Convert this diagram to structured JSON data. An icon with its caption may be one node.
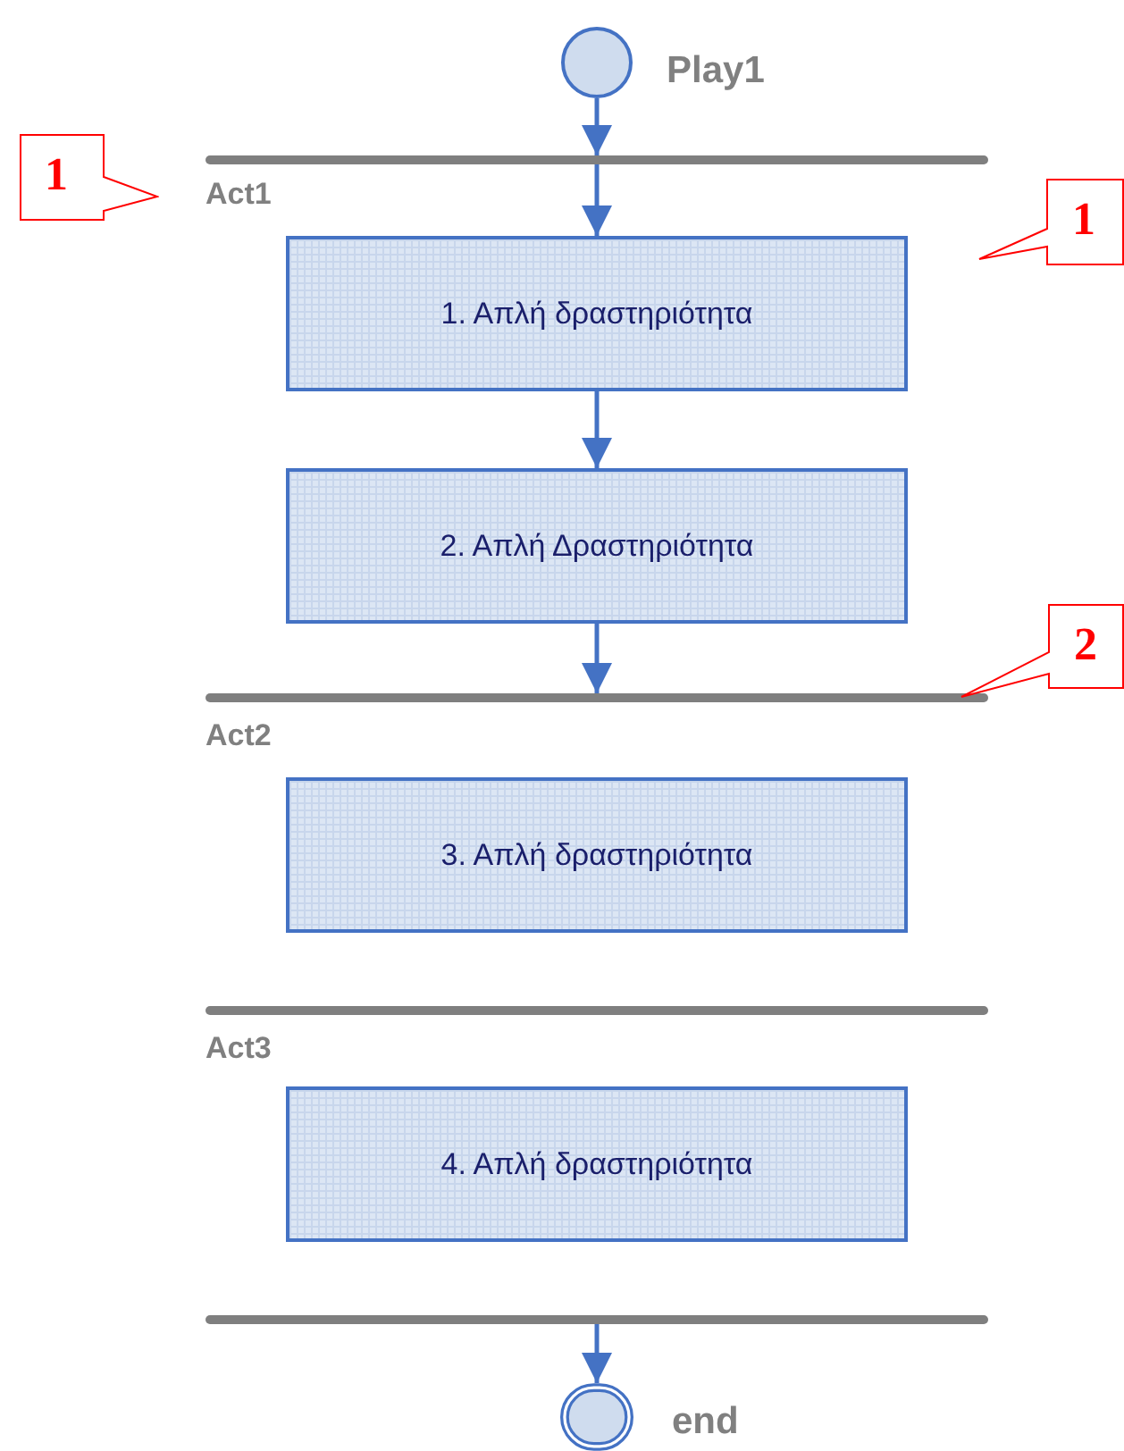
{
  "diagram": {
    "nodes": [
      {
        "text": [],
        "shape": "circle",
        "beside": [
          "Play1"
        ]
      },
      {
        "text": [],
        "shape": "bar",
        "beside": [
          "Act1"
        ]
      },
      {
        "text": [
          "1. Απλή δραστηριότητα"
        ]
      },
      {
        "text": [
          "2. Απλή Δραστηριότητα"
        ]
      },
      {
        "text": [],
        "shape": "bar",
        "beside": [
          "Act2"
        ]
      },
      {
        "text": [
          "3. Απλή δραστηριότητα"
        ]
      },
      {
        "text": [],
        "shape": "bar",
        "beside": [
          "Act3"
        ]
      },
      {
        "text": [
          "4. Απλή δραστηριότητα"
        ]
      },
      {
        "text": [],
        "shape": "bar"
      },
      {
        "text": [],
        "shape": "circle",
        "beside": [
          "end"
        ]
      },
      {
        "text": [
          "1"
        ]
      },
      {
        "text": [
          "1"
        ]
      },
      {
        "text": [
          "2"
        ]
      }
    ],
    "edges": [
      {
        "from": 0,
        "to": 1,
        "arrow": "to"
      },
      {
        "from": 1,
        "to": 2,
        "arrow": "to"
      },
      {
        "from": 2,
        "to": 3,
        "arrow": "to"
      },
      {
        "from": 3,
        "to": 4,
        "arrow": "to"
      },
      {
        "from": 8,
        "to": 9,
        "arrow": "to"
      }
    ]
  }
}
